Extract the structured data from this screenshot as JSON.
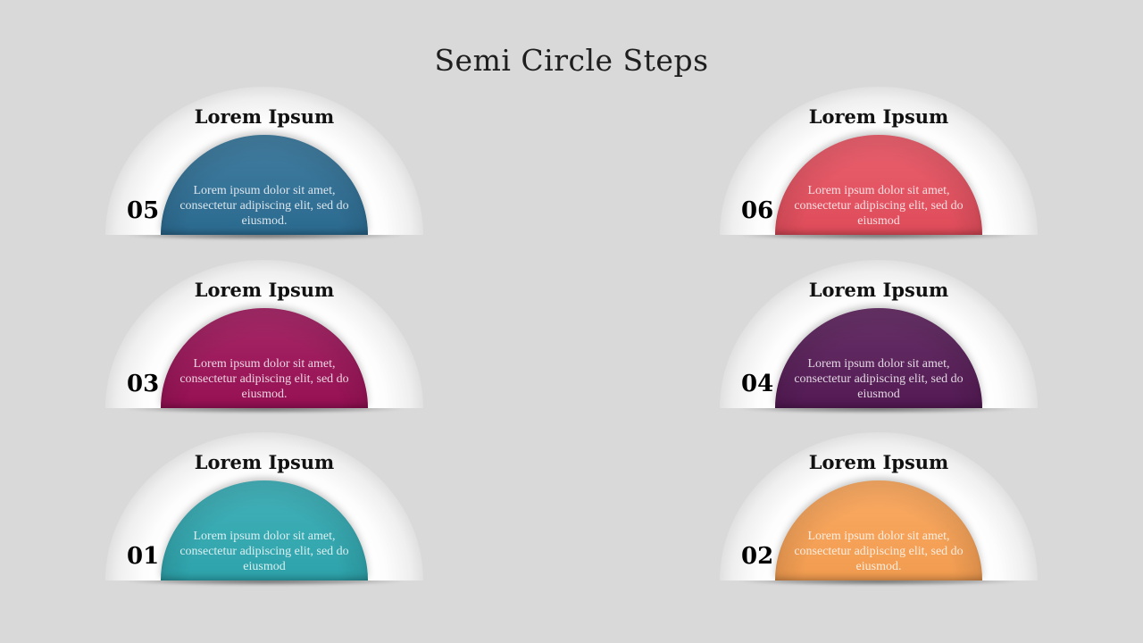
{
  "slide": {
    "title": "Semi Circle Steps"
  },
  "colors": {
    "background": "#d9d9d9",
    "title_text": "#1e1e1e",
    "heading_text": "#111111",
    "number_text": "#000000",
    "outer_shape": "#ffffff",
    "body_text": "rgba(255,255,255,0.82)"
  },
  "steps": [
    {
      "number": "05",
      "heading": "Lorem Ipsum",
      "description": "Lorem ipsum dolor sit amet, consectetur adipiscing elit, sed do eiusmod.",
      "color": "#2d6f96"
    },
    {
      "number": "06",
      "heading": "Lorem Ipsum",
      "description": "Lorem ipsum dolor sit amet, consectetur adipiscing elit, sed do eiusmod",
      "color": "#e84f5e"
    },
    {
      "number": "03",
      "heading": "Lorem Ipsum",
      "description": "Lorem ipsum dolor sit amet, consectetur adipiscing elit, sed do eiusmod.",
      "color": "#9c1157"
    },
    {
      "number": "04",
      "heading": "Lorem Ipsum",
      "description": "Lorem ipsum dolor sit amet, consectetur adipiscing elit, sed do eiusmod",
      "color": "#571b57"
    },
    {
      "number": "01",
      "heading": "Lorem Ipsum",
      "description": "Lorem ipsum dolor sit amet, consectetur adipiscing elit, sed do eiusmod",
      "color": "#2fa9b2"
    },
    {
      "number": "02",
      "heading": "Lorem Ipsum",
      "description": "Lorem ipsum dolor sit amet, consectetur adipiscing elit, sed do eiusmod.",
      "color": "#fba253"
    }
  ]
}
